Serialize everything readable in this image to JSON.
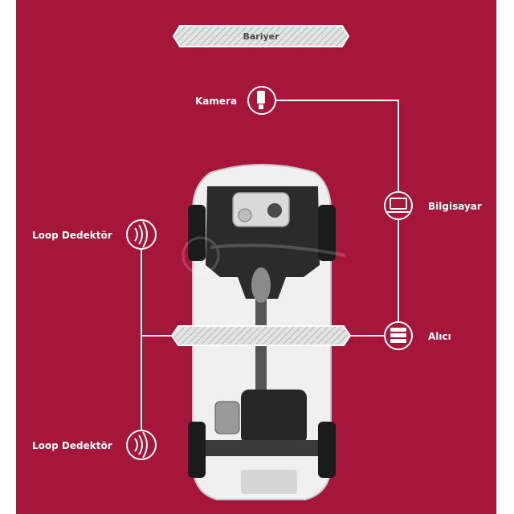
{
  "colors": {
    "brand": "#a5163a",
    "line": "#ffffff",
    "barrier_fill": "#e4e4e4",
    "hatch": "#b4b4b4",
    "car_body": "#f0f0f0",
    "undercarriage": "#2a2a2a",
    "tire": "#1b1b1b"
  },
  "barrier": {
    "label": "Bariyer"
  },
  "nodes": {
    "camera": {
      "label": "Kamera",
      "icon": "camera-icon"
    },
    "computer": {
      "label": "Bilgisayar",
      "icon": "laptop-icon"
    },
    "receiver": {
      "label": "Alıcı",
      "icon": "server-icon"
    },
    "loop_top": {
      "label": "Loop Dedektör",
      "icon": "loop-signal-icon"
    },
    "loop_bottom": {
      "label": "Loop Dedektör",
      "icon": "loop-signal-icon"
    }
  },
  "vehicle": {
    "view": "underside-top-view",
    "watermark_icon": "watermark-logo"
  }
}
